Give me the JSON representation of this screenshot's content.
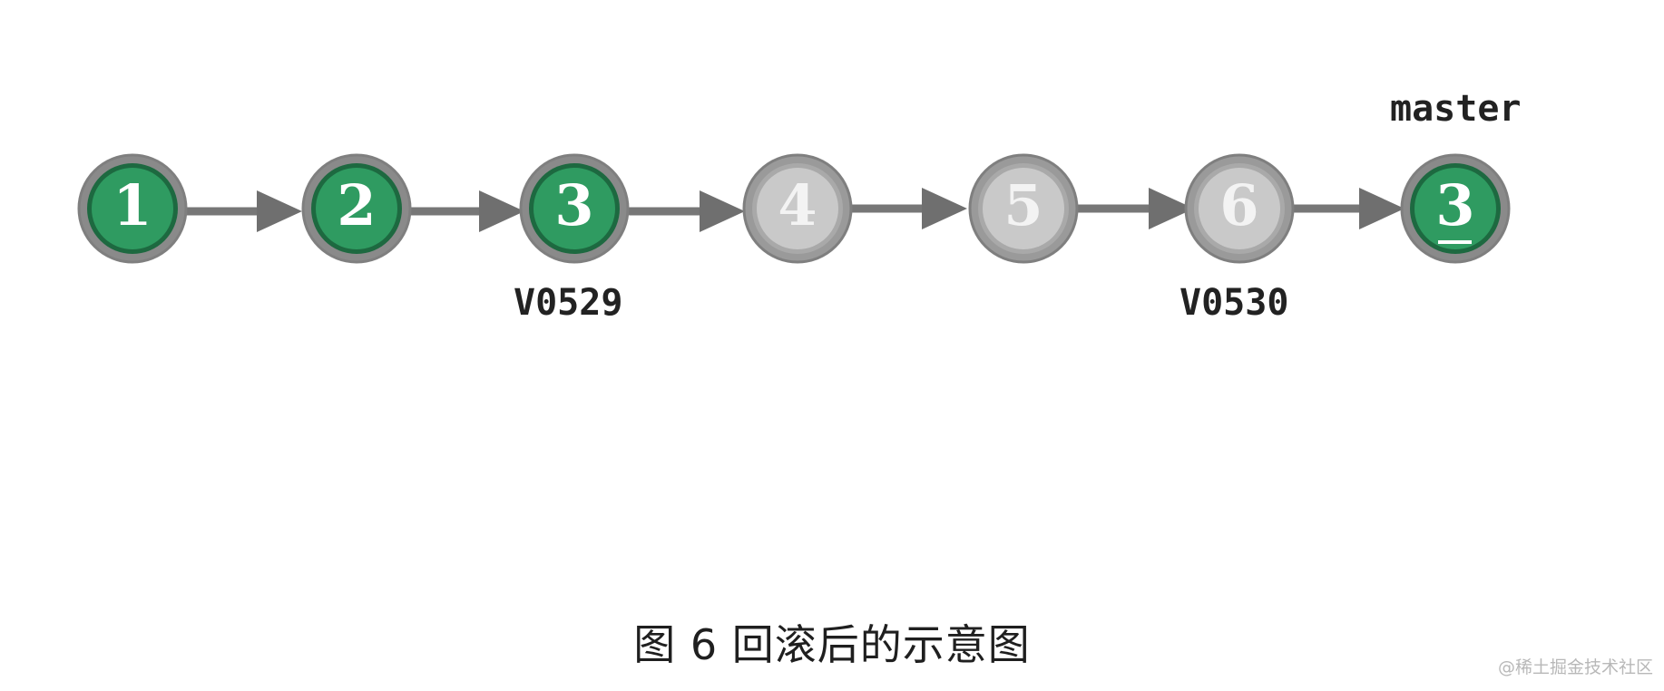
{
  "diagram": {
    "nodes": [
      {
        "label": "1",
        "state": "active"
      },
      {
        "label": "2",
        "state": "active"
      },
      {
        "label": "3",
        "state": "active"
      },
      {
        "label": "4",
        "state": "inactive"
      },
      {
        "label": "5",
        "state": "inactive"
      },
      {
        "label": "6",
        "state": "inactive"
      },
      {
        "label": "3",
        "state": "active",
        "underlined": true
      }
    ],
    "tags": {
      "v0529": "V0529",
      "v0530": "V0530",
      "master": "master"
    },
    "colors": {
      "active_fill": "#2f9b61",
      "active_ring": "#1d6940",
      "inactive_fill": "#c9c9c9",
      "inactive_ring": "#9c9c9c",
      "edge": "#777777"
    }
  },
  "caption": "图 6 回滚后的示意图",
  "watermark": "@稀土掘金技术社区"
}
